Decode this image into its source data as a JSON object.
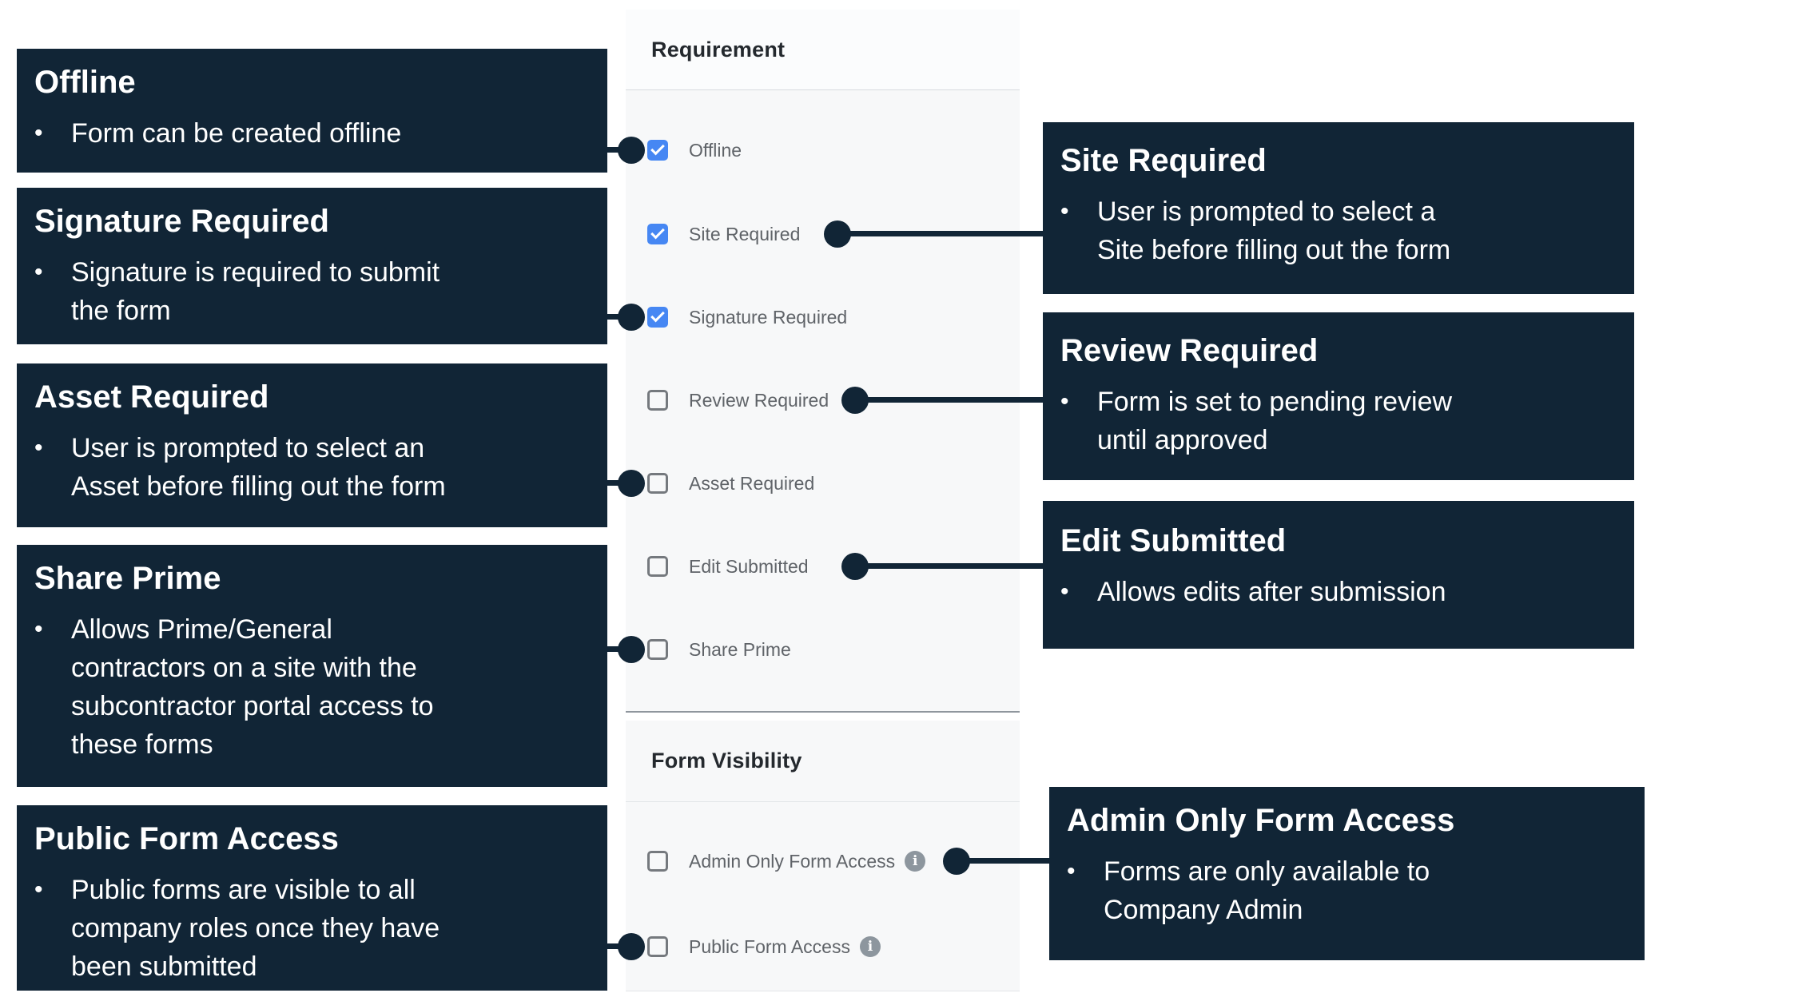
{
  "glyphs": {
    "bullet": "•",
    "info": "i"
  },
  "colors": {
    "callout_bg": "#112536",
    "checkbox_checked": "#4687f3",
    "checkbox_border": "#75797e",
    "label_text": "#5f6368",
    "header_text": "#24292e",
    "panel_bg": "#f7f8f9",
    "info_icon_bg": "#8d969e",
    "connector": "#112536"
  },
  "panel": {
    "sections": [
      {
        "title": "Requirement",
        "items": [
          {
            "label": "Offline",
            "checked": true
          },
          {
            "label": "Site Required",
            "checked": true
          },
          {
            "label": "Signature Required",
            "checked": true
          },
          {
            "label": "Review Required",
            "checked": false
          },
          {
            "label": "Asset Required",
            "checked": false
          },
          {
            "label": "Edit Submitted",
            "checked": false
          },
          {
            "label": "Share Prime",
            "checked": false
          }
        ]
      },
      {
        "title": "Form Visibility",
        "items": [
          {
            "label": "Admin Only Form Access",
            "checked": false,
            "has_info_icon": true
          },
          {
            "label": "Public Form Access",
            "checked": false,
            "has_info_icon": true
          }
        ]
      }
    ]
  },
  "callouts": {
    "left": [
      {
        "title": "Offline",
        "bullet": "Form can be created offline",
        "target": "Offline"
      },
      {
        "title": "Signature Required",
        "bullet": "Signature is required to submit\nthe form",
        "target": "Signature Required"
      },
      {
        "title": "Asset Required",
        "bullet": "User is prompted to select an\nAsset before filling out the form",
        "target": "Asset Required"
      },
      {
        "title": "Share Prime",
        "bullet": "Allows Prime/General\ncontractors on a site with the\nsubcontractor portal access to\nthese forms",
        "target": "Share Prime"
      },
      {
        "title": "Public Form Access",
        "bullet": "Public forms are visible to all\ncompany roles once they have\nbeen submitted",
        "target": "Public Form Access"
      }
    ],
    "right": [
      {
        "title": "Site Required",
        "bullet": "User is prompted to select a\nSite before filling out the form",
        "target": "Site Required"
      },
      {
        "title": "Review Required",
        "bullet": "Form is set to pending review\nuntil approved",
        "target": "Review Required"
      },
      {
        "title": "Edit Submitted",
        "bullet": "Allows edits after submission",
        "target": "Edit Submitted"
      },
      {
        "title": "Admin Only Form Access",
        "bullet": "Forms are only available to\nCompany Admin",
        "target": "Admin Only Form Access"
      }
    ]
  }
}
